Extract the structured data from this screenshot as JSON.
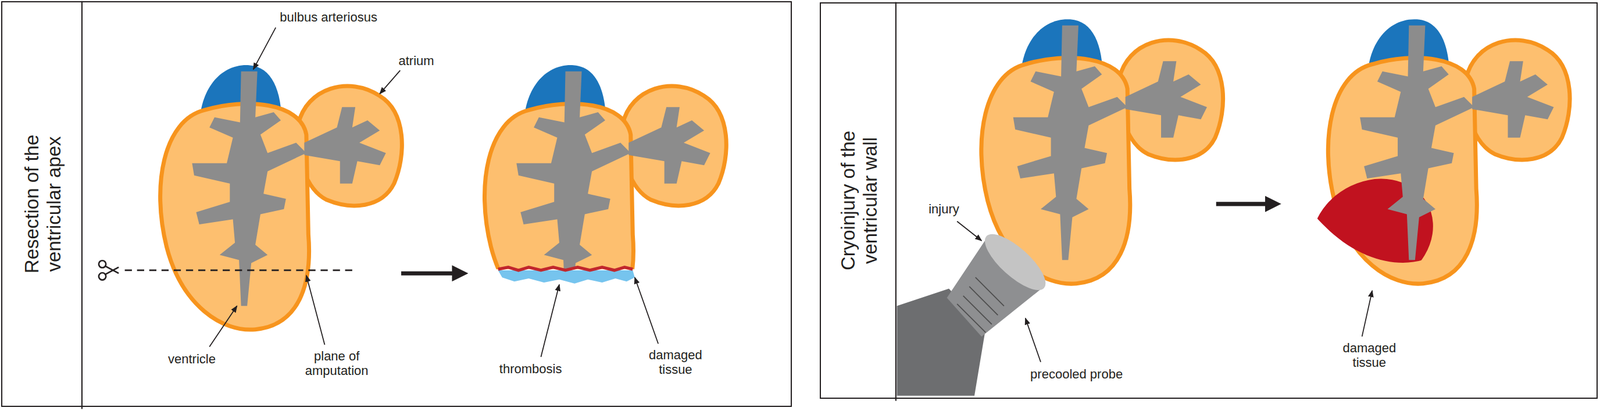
{
  "diagram": {
    "nodes": [
      {
        "text": [
          "Resection of the ventricular apex"
        ]
      },
      {
        "text": [
          "Cryoinjury of the ventricular wall"
        ]
      }
    ],
    "labels": [
      "bulbus arteriosus",
      "atrium",
      "ventricle",
      "plane of amputation",
      "thrombosis",
      "damaged tissue",
      "injury",
      "precooled probe",
      "damaged tissue"
    ]
  }
}
